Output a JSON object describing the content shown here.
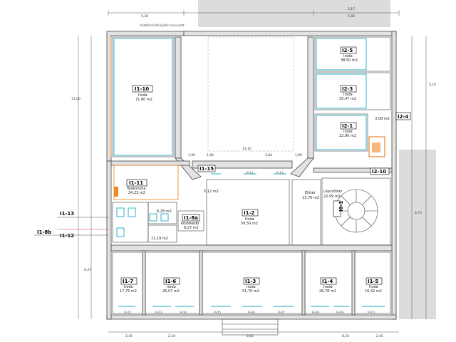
{
  "rooms": [
    {
      "id": "I1-10",
      "use": "Iroda",
      "area": "71,80 m2"
    },
    {
      "id": "I2-5",
      "use": "Iroda",
      "area": "38,50 m2"
    },
    {
      "id": "I2-3",
      "use": "Iroda",
      "area": "25,47 m2"
    },
    {
      "id": "I2-1",
      "use": "Iroda",
      "area": "22,90 m2"
    },
    {
      "id": "I1-11",
      "use": "Teakonyha",
      "area": "24,23 m2"
    },
    {
      "id": "I1-15",
      "use": "",
      "area": "5,12 m2"
    },
    {
      "id": "I1-2",
      "use": "Iroda",
      "area": "50,50 m2"
    },
    {
      "id": "I1-8a",
      "use": "Közlekedő",
      "area": "8,27 m2"
    },
    {
      "id": "I1-7",
      "use": "Iroda",
      "area": "17,75 m2"
    },
    {
      "id": "I1-6",
      "use": "Iroda",
      "area": "26,07 m2"
    },
    {
      "id": "I1-3",
      "use": "Iroda",
      "area": "51,70 m2"
    },
    {
      "id": "I1-4",
      "use": "Iroda",
      "area": "26,78 m2"
    },
    {
      "id": "I1-5",
      "use": "Iroda",
      "area": "16,42 m2"
    },
    {
      "id": "I2-10",
      "use": "",
      "area": ""
    },
    {
      "id": "I0-1",
      "use": "",
      "area": ""
    }
  ],
  "side_labels": {
    "left_13": "I1-13",
    "left_8b": "I1-8b",
    "left_12": "I1-12",
    "right_4": "I2-4"
  },
  "minor_areas": {
    "elotar": "Előtér",
    "elotar_area": "13,70 m2",
    "lepcsohaz": "Lépcsőház",
    "lepcsohaz_area": "22,99 m2",
    "wc_area_1": "6,28 m2",
    "wc_area_2": "11,19 m2",
    "small_area": "3,08 m2"
  },
  "dimensions": {
    "top_left": "5,30",
    "top_right_1": "3,17",
    "top_right_2": "5,92",
    "mid_1": "1,90",
    "mid_2": "1,84",
    "mid_3": "12,10",
    "mid_4": "3,84",
    "mid_5": "1,90",
    "bottom_1": "2,45",
    "bottom_2": "2,10",
    "bottom_3": "8,61",
    "bottom_4": "8,16",
    "bottom_5": "2,45",
    "left_1": "11,00",
    "left_2": "6,37",
    "right_1": "6,75",
    "right_2": "5,16"
  },
  "windows": [
    "P-02",
    "P-03",
    "P-04",
    "P-05",
    "P-06",
    "P-07",
    "P-08",
    "P-09",
    "P-10",
    "P-11",
    "P-12"
  ],
  "note_top": "faláttörés/felújítás tervezett"
}
